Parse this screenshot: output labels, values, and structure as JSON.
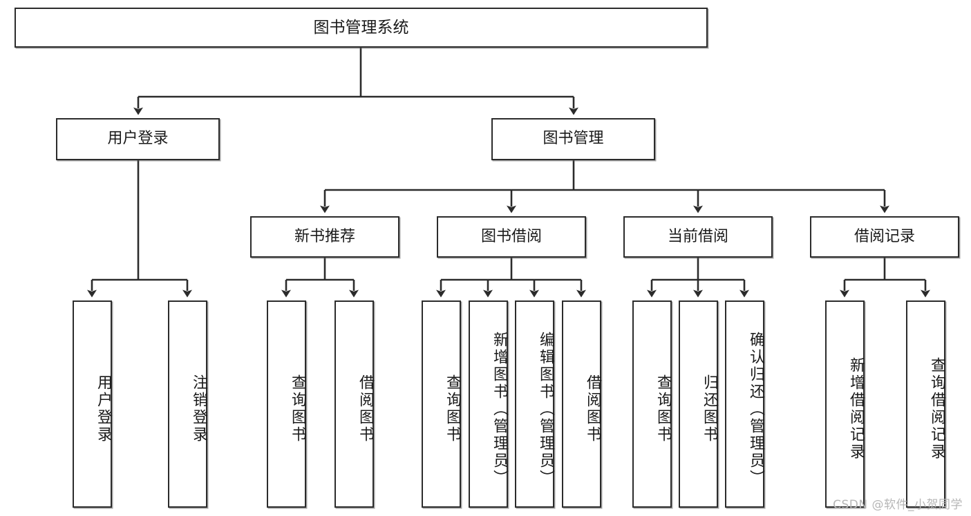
{
  "diagram": {
    "title": "图书管理系统",
    "type": "tree-hierarchy",
    "watermark": "CSDN @软件_小贺同学",
    "colors": {
      "box_border": "#2b2b2b",
      "box_fill": "#ffffff",
      "edge": "#2b2b2b",
      "watermark": "#b6b6b6"
    },
    "root": {
      "label": "图书管理系统"
    },
    "level1": [
      {
        "label": "用户登录"
      },
      {
        "label": "图书管理"
      }
    ],
    "level2": [
      {
        "label": "新书推荐"
      },
      {
        "label": "图书借阅"
      },
      {
        "label": "当前借阅"
      },
      {
        "label": "借阅记录"
      }
    ],
    "leaves": {
      "user_login": [
        {
          "label": "用户登录"
        },
        {
          "label": "注销登录"
        }
      ],
      "new_book_recommend": [
        {
          "label": "查询图书"
        },
        {
          "label": "借阅图书"
        }
      ],
      "book_borrow": [
        {
          "label": "查询图书"
        },
        {
          "label": "新增图书（管理员）"
        },
        {
          "label": "编辑图书（管理员）"
        },
        {
          "label": "借阅图书"
        }
      ],
      "current_borrow": [
        {
          "label": "查询图书"
        },
        {
          "label": "归还图书"
        },
        {
          "label": "确认归还（管理员）"
        }
      ],
      "borrow_record": [
        {
          "label": "新增借阅记录"
        },
        {
          "label": "查询借阅记录"
        }
      ]
    }
  }
}
